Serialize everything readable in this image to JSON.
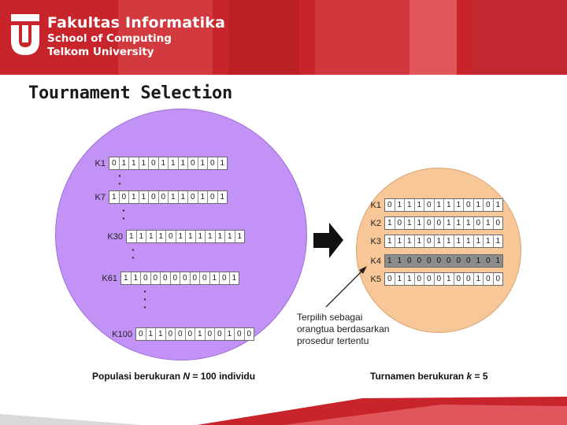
{
  "header": {
    "line1": "Fakultas Informatika",
    "line2": "School of Computing",
    "line3": "Telkom University",
    "brand_color": "#c8242b"
  },
  "slide": {
    "title": "Tournament Selection"
  },
  "population": {
    "rows": [
      {
        "label": "K1",
        "bits": "011101110101"
      },
      {
        "label": "K7",
        "bits": "101100110101"
      },
      {
        "label": "K30",
        "bits": "111101111111"
      },
      {
        "label": "K61",
        "bits": "110000000101"
      },
      {
        "label": "K100",
        "bits": "011000100100"
      }
    ],
    "caption_pre": "Populasi berukuran ",
    "caption_var": "N",
    "caption_post": " = 100 individu",
    "color": "#c392f7"
  },
  "tournament": {
    "rows": [
      {
        "label": "K1",
        "bits": "011101110101"
      },
      {
        "label": "K2",
        "bits": "101100111010"
      },
      {
        "label": "K3",
        "bits": "111101111111"
      },
      {
        "label": "K4",
        "bits": "110000000101",
        "selected": true
      },
      {
        "label": "K5",
        "bits": "011000100100"
      }
    ],
    "caption_pre": "Turnamen berukuran ",
    "caption_var": "k",
    "caption_post": " = 5",
    "color": "#f8c797"
  },
  "annotation": {
    "line1": "Terpilih sebagai",
    "line2": "orangtua berdasarkan",
    "line3": "prosedur tertentu"
  },
  "icons": [
    "university-logo-icon",
    "right-arrow-icon",
    "pointer-arrow-icon"
  ]
}
